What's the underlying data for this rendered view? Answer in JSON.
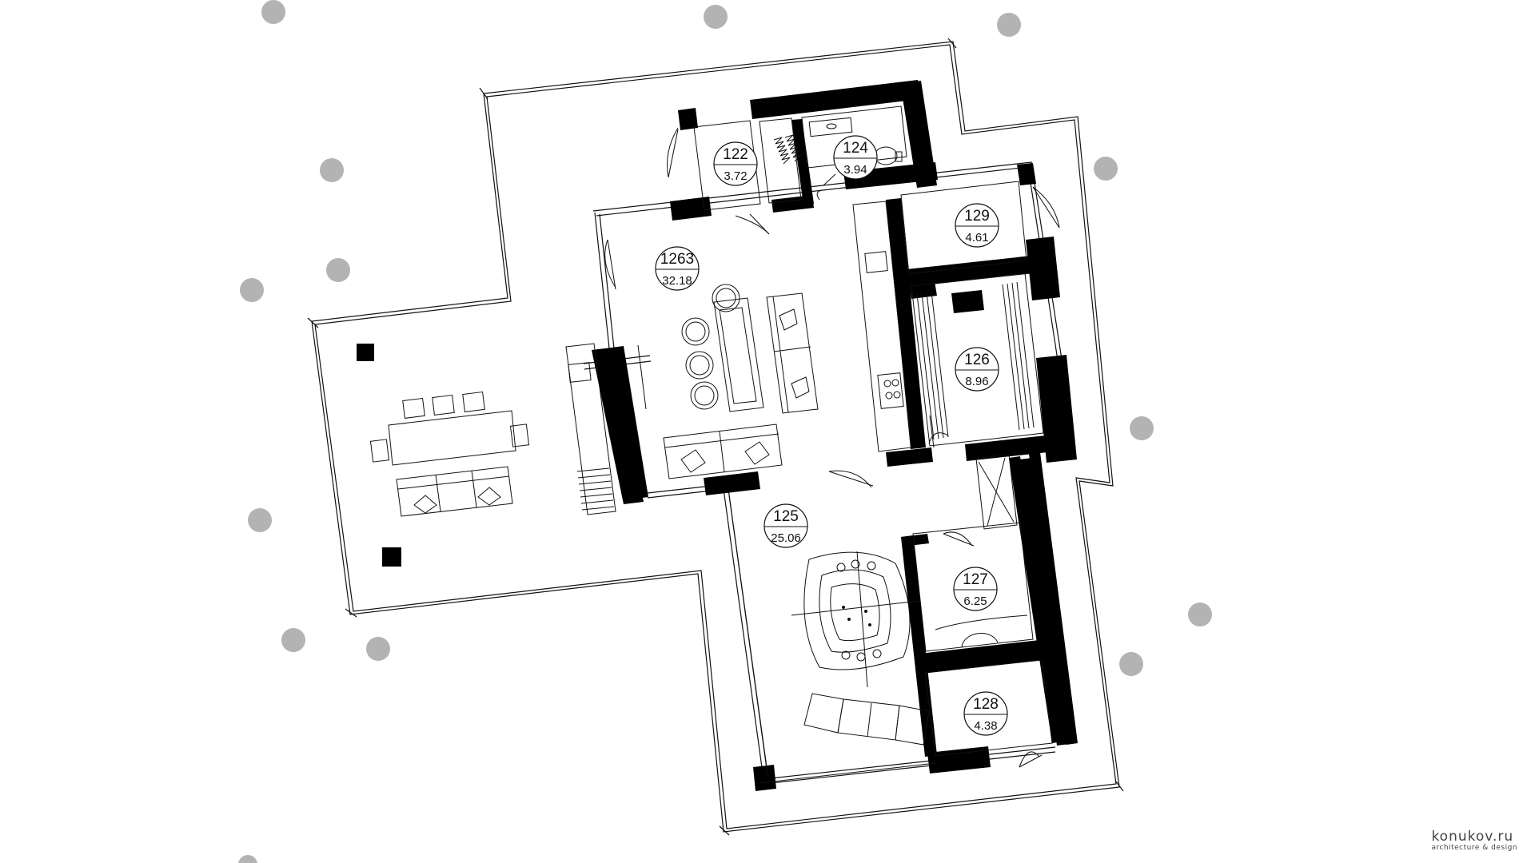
{
  "rooms": [
    {
      "id": "r122",
      "number": "122",
      "area": "3.72"
    },
    {
      "id": "r124",
      "number": "124",
      "area": "3.94"
    },
    {
      "id": "r129",
      "number": "129",
      "area": "4.61"
    },
    {
      "id": "r1263",
      "number": "1263",
      "area": "32.18"
    },
    {
      "id": "r126",
      "number": "126",
      "area": "8.96"
    },
    {
      "id": "r125",
      "number": "125",
      "area": "25.06"
    },
    {
      "id": "r127",
      "number": "127",
      "area": "6.25"
    },
    {
      "id": "r128",
      "number": "128",
      "area": "4.38"
    }
  ],
  "watermark": {
    "site": "konukov.ru",
    "tagline": "architecture & design"
  },
  "colors": {
    "line": "#111111",
    "wall": "#000000",
    "tree": "#b3b3b3",
    "background": "#ffffff"
  },
  "icons": [
    "tree-icon",
    "column-icon",
    "toilet-icon",
    "sink-icon",
    "jacuzzi-icon",
    "sofa-icon",
    "chair-icon",
    "stove-icon"
  ]
}
